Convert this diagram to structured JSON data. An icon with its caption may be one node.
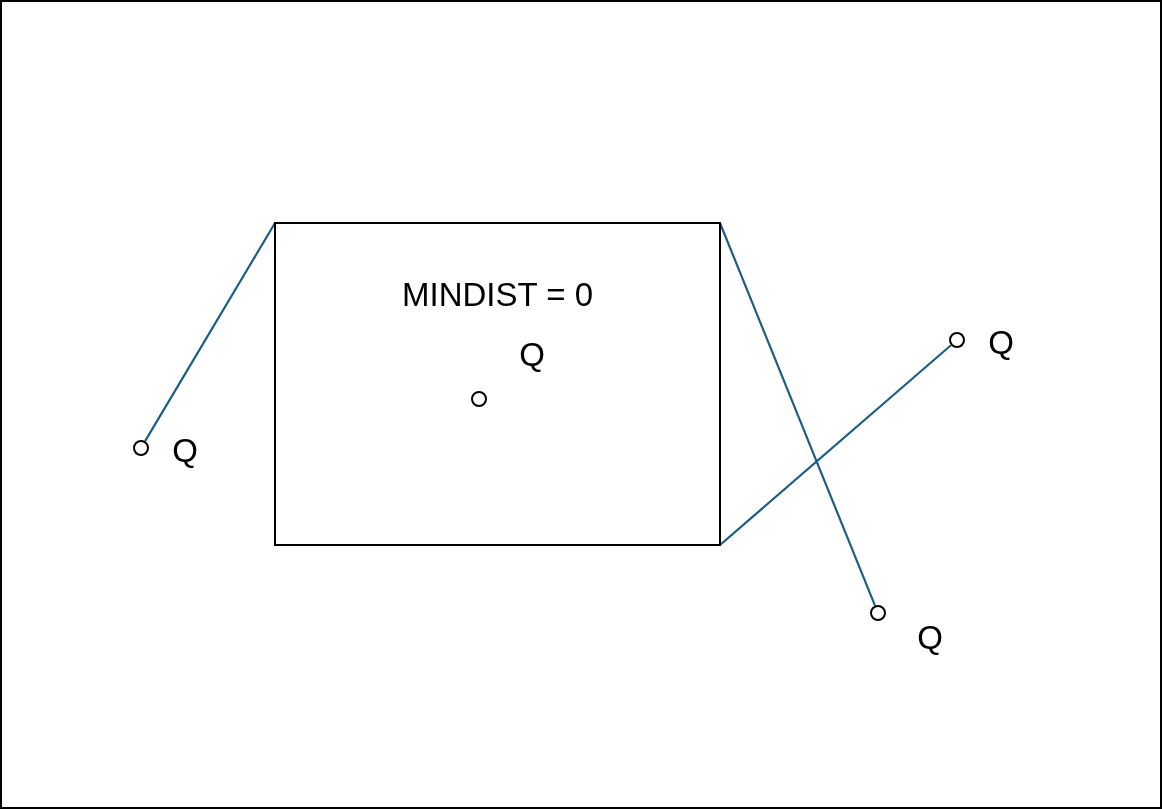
{
  "diagram": {
    "nodes": [
      {
        "text": [
          "MINDIST = 0"
        ]
      },
      {
        "text": [],
        "shape": "circle",
        "in": 0,
        "beside": [
          "Q"
        ]
      },
      {
        "text": [],
        "shape": "circle",
        "beside": [
          "Q"
        ]
      },
      {
        "text": [],
        "shape": "circle",
        "beside": [
          "Q"
        ]
      },
      {
        "text": [],
        "shape": "circle",
        "beside": [
          "Q"
        ]
      }
    ],
    "edges": [
      {
        "from": 2,
        "to": 0,
        "arrow": "none"
      },
      {
        "from": 0,
        "to": 4,
        "arrow": "none"
      },
      {
        "from": 3,
        "to": 0,
        "arrow": "none"
      }
    ]
  }
}
